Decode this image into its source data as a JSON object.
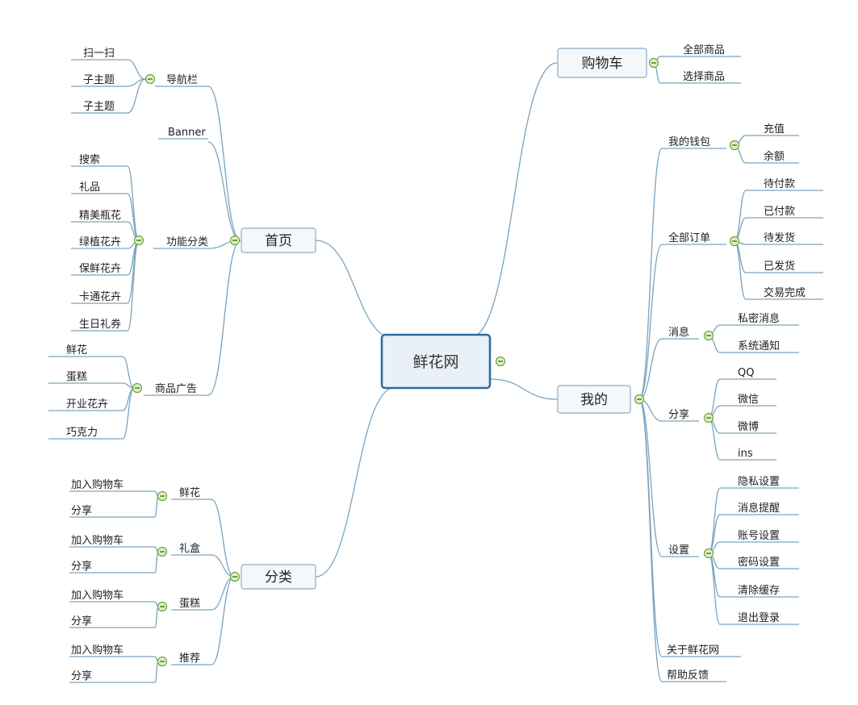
{
  "center": "鲜花网",
  "branches": {
    "home": {
      "label": "首页",
      "nav": {
        "label": "导航栏",
        "items": [
          "扫一扫",
          "子主题",
          "子主题"
        ]
      },
      "banner": "Banner",
      "func": {
        "label": "功能分类",
        "items": [
          "搜索",
          "礼品",
          "精美瓶花",
          "绿植花卉",
          "保鲜花卉",
          "卡通花卉",
          "生日礼券"
        ]
      },
      "ads": {
        "label": "商品广告",
        "items": [
          "鲜花",
          "蛋糕",
          "开业花卉",
          "巧克力"
        ]
      }
    },
    "category": {
      "label": "分类",
      "groups": [
        {
          "label": "鲜花",
          "items": [
            "加入购物车",
            "分享"
          ]
        },
        {
          "label": "礼盒",
          "items": [
            "加入购物车",
            "分享"
          ]
        },
        {
          "label": "蛋糕",
          "items": [
            "加入购物车",
            "分享"
          ]
        },
        {
          "label": "推荐",
          "items": [
            "加入购物车",
            "分享"
          ]
        }
      ]
    },
    "cart": {
      "label": "购物车",
      "items": [
        "全部商品",
        "选择商品"
      ]
    },
    "mine": {
      "label": "我的",
      "wallet": {
        "label": "我的钱包",
        "items": [
          "充值",
          "余额"
        ]
      },
      "orders": {
        "label": "全部订单",
        "items": [
          "待付款",
          "已付款",
          "待发货",
          "已发货",
          "交易完成"
        ]
      },
      "messages": {
        "label": "消息",
        "items": [
          "私密消息",
          "系统通知"
        ]
      },
      "share": {
        "label": "分享",
        "items": [
          "QQ",
          "微信",
          "微博",
          "ins"
        ]
      },
      "settings": {
        "label": "设置",
        "items": [
          "隐私设置",
          "消息提醒",
          "账号设置",
          "密码设置",
          "清除缓存",
          "退出登录"
        ]
      },
      "about": "关于鲜花网",
      "feedback": "帮助反馈"
    }
  },
  "colors": {
    "line": "#7aa3be",
    "center_border": "#2f6a9b",
    "toggle_fill": "#ddf0c8",
    "toggle_stroke": "#6ea33b"
  }
}
